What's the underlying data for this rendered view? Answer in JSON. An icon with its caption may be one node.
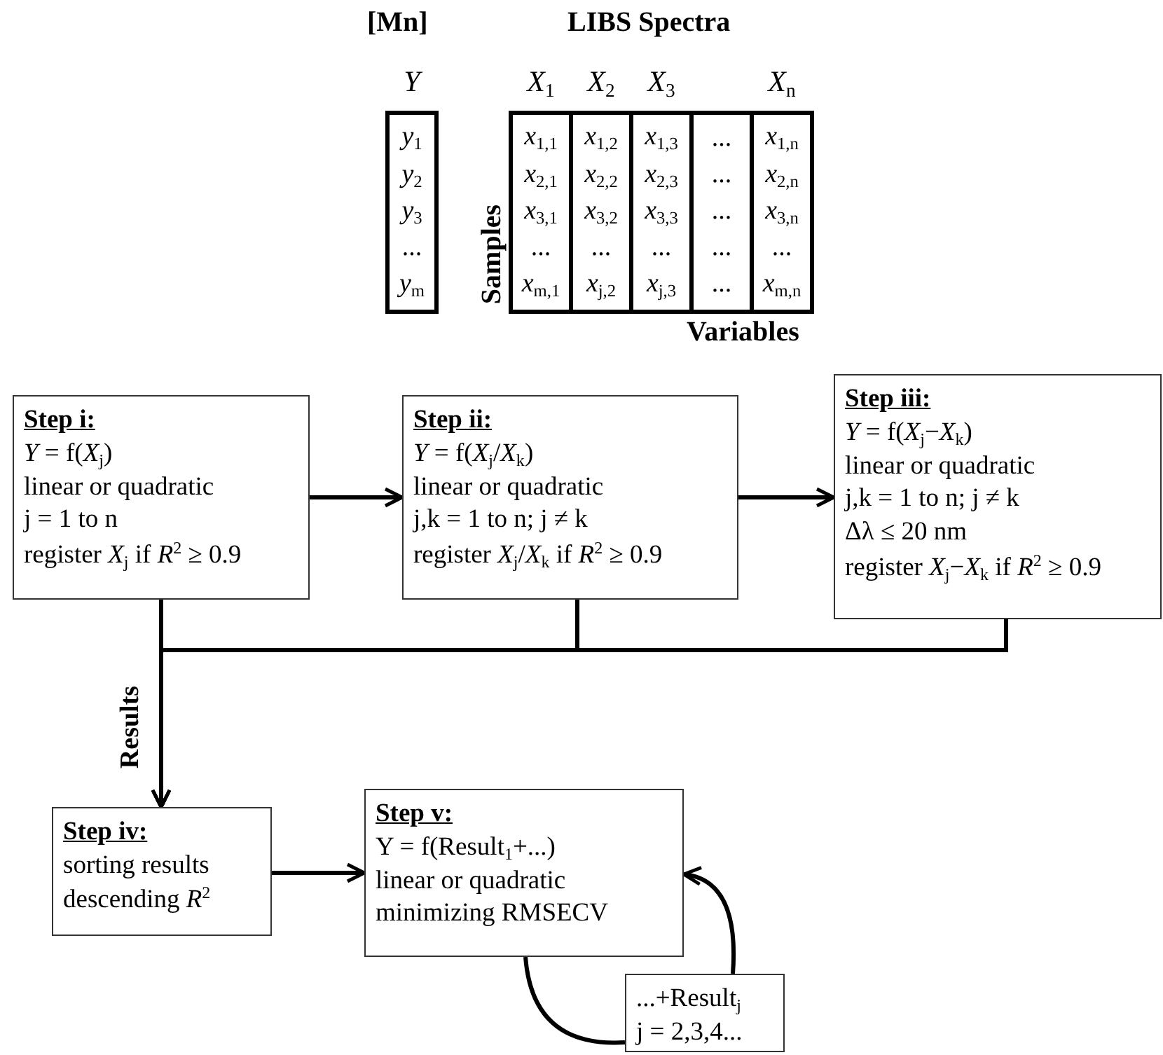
{
  "diagram": {
    "nodes": [
      {
        "text": [
          "*y*$_{1}$",
          "*y*$_{2}$",
          "*y*$_{3}$",
          "...",
          "*y*$_{m}$"
        ],
        "beside": [
          "*Y*"
        ]
      },
      {
        "text": [
          "*x*$_{1,1}$",
          "*x*$_{2,1}$",
          "*x*$_{3,1}$",
          "...",
          "*x*$_{m,1}$"
        ],
        "beside": [
          "*X*$_{1}$"
        ]
      },
      {
        "text": [
          "*x*$_{1,2}$",
          "*x*$_{2,2}$",
          "*x*$_{3,2}$",
          "...",
          "*x*$_{j,2}$"
        ],
        "beside": [
          "*X*$_{2}$"
        ]
      },
      {
        "text": [
          "*x*$_{1,3}$",
          "*x*$_{2,3}$",
          "*x*$_{3,3}$",
          "...",
          "*x*$_{j,3}$"
        ],
        "beside": [
          "*X*$_{3}$"
        ]
      },
      {
        "text": [
          "...",
          "...",
          "...",
          "...",
          "..."
        ]
      },
      {
        "text": [
          "*x*$_{1,n}$",
          "*x*$_{2,n}$",
          "*x*$_{3,n}$",
          "...",
          "*x*$_{m,n}$"
        ],
        "beside": [
          "*X*$_{n}$"
        ]
      },
      {
        "text": [
          "Step i:",
          "*Y* = f(*X*$_{j}$)",
          "linear or quadratic",
          "j = 1 to n",
          "register *X*$_{j}$ if *R*$^{2}$ ≥ 0.9"
        ]
      },
      {
        "text": [
          "Step ii:",
          "*Y* = f(*X*$_{j}$/*X*$_{k}$)",
          "linear or quadratic",
          "j,k = 1 to n; j ≠ k",
          "register *X*$_{j}$/*X*$_{k}$ if *R*$^{2}$ ≥ 0.9"
        ]
      },
      {
        "text": [
          "Step iii:",
          "*Y* = f(*X*$_{j}$−*X*$_{k}$)",
          "linear or quadratic",
          "j,k = 1 to n; j ≠ k",
          "Δλ ≤ 20 nm",
          "register *X*$_{j}$−*X*$_{k}$ if *R*$^{2}$ ≥ 0.9"
        ]
      },
      {
        "text": [
          "Step iv:",
          "sorting results",
          "descending *R*$^{2}$"
        ]
      },
      {
        "text": [
          "Step v:",
          "Y = f(Result$_{1}$+...)",
          "linear or quadratic",
          "minimizing RMSECV"
        ]
      },
      {
        "text": [
          "...+Result$_{j}$",
          "j = 2,3,4..."
        ]
      }
    ],
    "edges": [
      {
        "from": 6,
        "to": 7,
        "arrow": "to"
      },
      {
        "from": 7,
        "to": 8,
        "arrow": "to"
      },
      {
        "from": 6,
        "to": 9,
        "arrow": "to",
        "label": "Results"
      },
      {
        "from": 7,
        "to": 9,
        "arrow": "to"
      },
      {
        "from": 8,
        "to": 9,
        "arrow": "to"
      },
      {
        "from": 9,
        "to": 10,
        "arrow": "to"
      },
      {
        "from": 10,
        "to": 11,
        "arrow": "none"
      },
      {
        "from": 11,
        "to": 10,
        "arrow": "to"
      }
    ],
    "labels": [
      "[Mn]",
      "LIBS Spectra",
      "Samples",
      "Variables"
    ]
  }
}
